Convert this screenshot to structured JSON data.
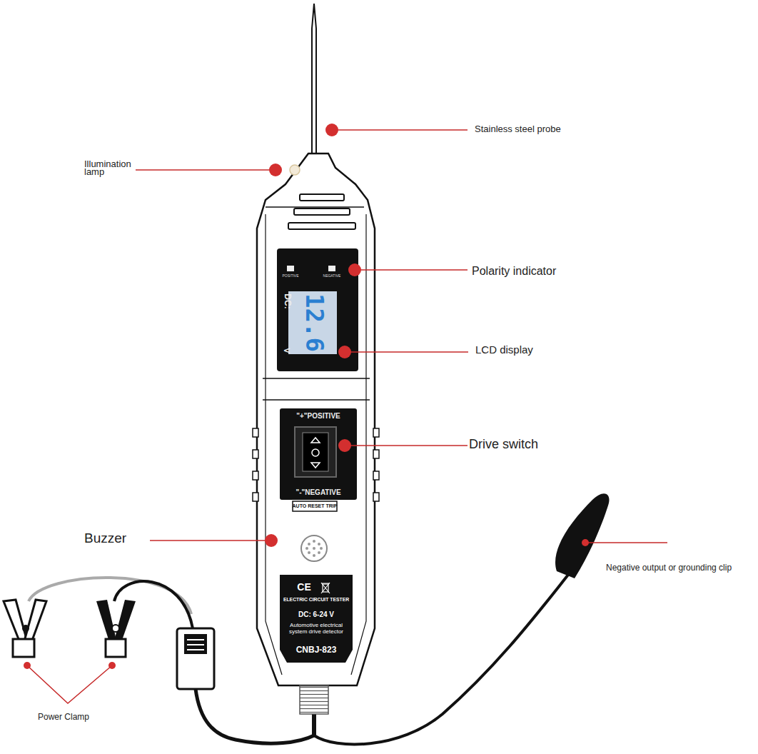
{
  "diagram": {
    "labels": [
      "Stainless steel probe",
      "Illumination lamp",
      "POSITIVE",
      "NEGATIVE",
      "Polarity indicator",
      "DC:",
      "12.6",
      "V",
      "LCD display",
      "\"+\"POSITIVE",
      "\"-\"NEGATIVE",
      "AUTO RESET TRIP",
      "Drive switch",
      "Buzzer",
      "CE",
      "ELECTRIC CIRCUIT TESTER",
      "DC: 6-24 V",
      "Automotive electrical system drive detector",
      "CNBJ-823",
      "Negative output or grounding clip",
      "Power Clamp"
    ]
  }
}
